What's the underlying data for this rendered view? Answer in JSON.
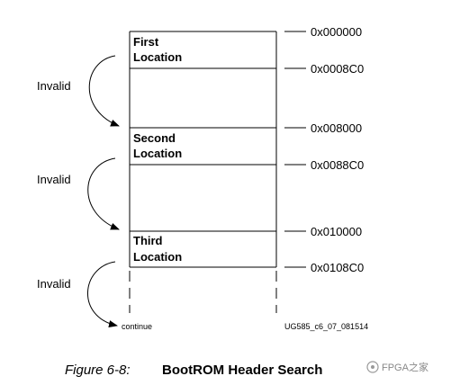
{
  "locations": [
    {
      "line1": "First",
      "line2": "Location"
    },
    {
      "line1": "Second",
      "line2": "Location"
    },
    {
      "line1": "Third",
      "line2": "Location"
    }
  ],
  "addresses": [
    "0x000000",
    "0x0008C0",
    "0x008000",
    "0x0088C0",
    "0x010000",
    "0x0108C0"
  ],
  "invalid_labels": [
    "Invalid",
    "Invalid",
    "Invalid"
  ],
  "continue_label": "continue",
  "figure_id": "UG585_c6_07_081514",
  "caption": {
    "number": "Figure 6-8:",
    "title": "BootROM Header Search"
  },
  "watermark": "FPGA之家",
  "colors": {
    "line": "#000000",
    "watermark": "#888888"
  }
}
